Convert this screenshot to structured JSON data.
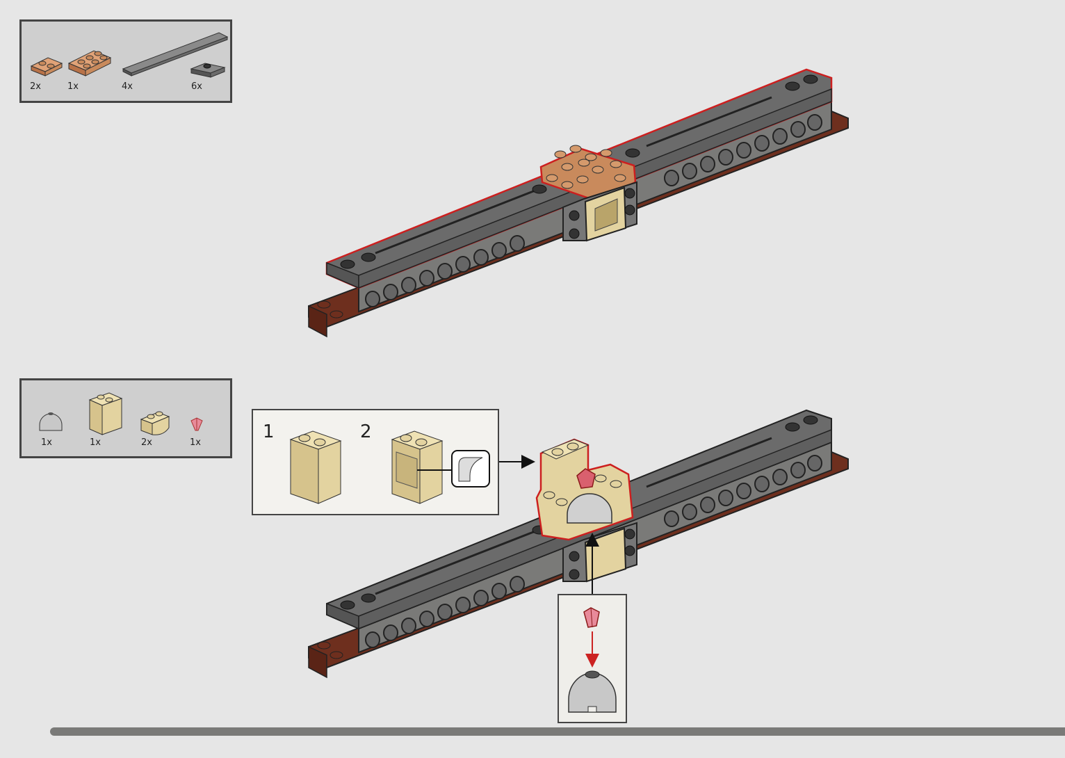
{
  "step1": {
    "parts": [
      {
        "name": "medium-nougat-plate-1x2",
        "qty": "2x"
      },
      {
        "name": "medium-nougat-plate-2x3",
        "qty": "1x"
      },
      {
        "name": "dark-gray-tile-long",
        "qty": "4x"
      },
      {
        "name": "dark-gray-jumper-plate",
        "qty": "6x"
      }
    ]
  },
  "step2": {
    "parts": [
      {
        "name": "light-gray-round-brick-dome",
        "qty": "1x"
      },
      {
        "name": "tan-brick-1x2x2",
        "qty": "1x"
      },
      {
        "name": "tan-brick-curved",
        "qty": "2x"
      },
      {
        "name": "trans-red-jewel",
        "qty": "1x"
      }
    ],
    "subassembly": {
      "steps": [
        {
          "number": "1"
        },
        {
          "number": "2"
        }
      ]
    }
  },
  "colors": {
    "background": "#e6e6e6",
    "highlight": "#cc1f1f",
    "dark_gray": "#6b6b6b",
    "reddish_brown": "#6e2f1e",
    "nougat": "#c98a5c",
    "tan": "#e3d3a0"
  }
}
